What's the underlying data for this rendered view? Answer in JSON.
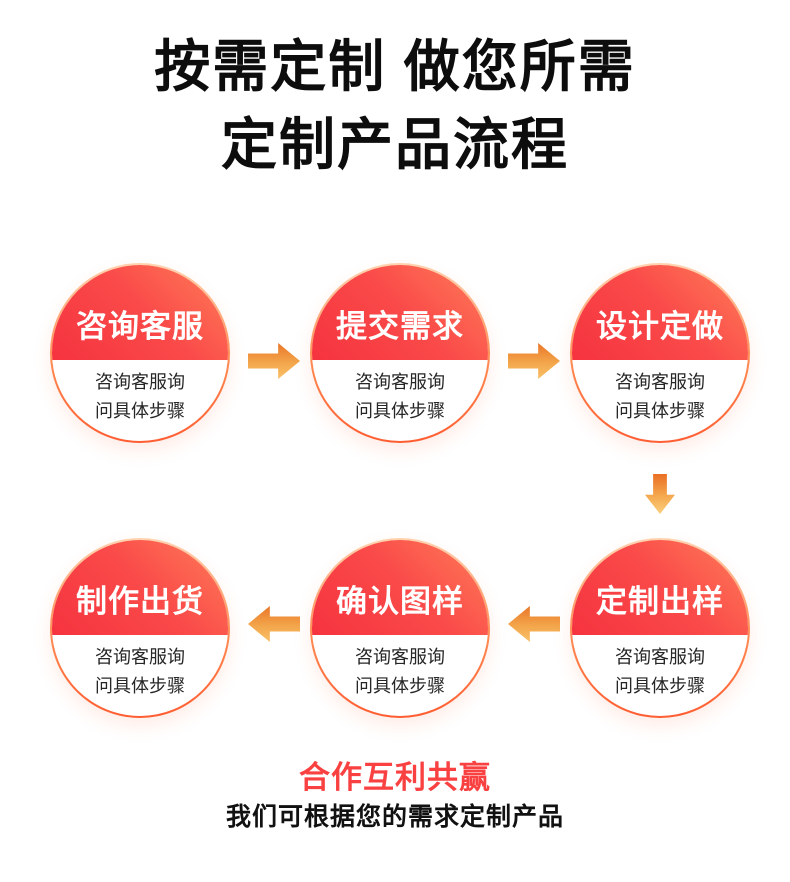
{
  "header": {
    "title_line1": "按需定制 做您所需",
    "title_line2": "定制产品流程"
  },
  "steps": [
    {
      "title": "咨询客服",
      "desc_line1": "咨询客服询",
      "desc_line2": "问具体步骤"
    },
    {
      "title": "提交需求",
      "desc_line1": "咨询客服询",
      "desc_line2": "问具体步骤"
    },
    {
      "title": "设计定做",
      "desc_line1": "咨询客服询",
      "desc_line2": "问具体步骤"
    },
    {
      "title": "制作出货",
      "desc_line1": "咨询客服询",
      "desc_line2": "问具体步骤"
    },
    {
      "title": "确认图样",
      "desc_line1": "咨询客服询",
      "desc_line2": "问具体步骤"
    },
    {
      "title": "定制出样",
      "desc_line1": "咨询客服询",
      "desc_line2": "问具体步骤"
    }
  ],
  "footer": {
    "slogan": "合作互利共赢",
    "subtitle": "我们可根据您的需求定制产品"
  },
  "icons": {
    "arrow_right": "arrow-right-icon",
    "arrow_left": "arrow-left-icon",
    "arrow_down": "arrow-down-icon"
  },
  "colors": {
    "title_black": "#0d0d0d",
    "step_red_gradient_start": "#f5333f",
    "step_red_gradient_end": "#ff7e58",
    "ring_gradient_top": "#ffd3ae",
    "ring_gradient_bottom": "#ff5c31",
    "arrow_gradient_top": "#ea7628",
    "arrow_gradient_bottom": "#f9c168",
    "desc_text": "#262626",
    "slogan_red": "#fa4141",
    "background": "#ffffff"
  }
}
